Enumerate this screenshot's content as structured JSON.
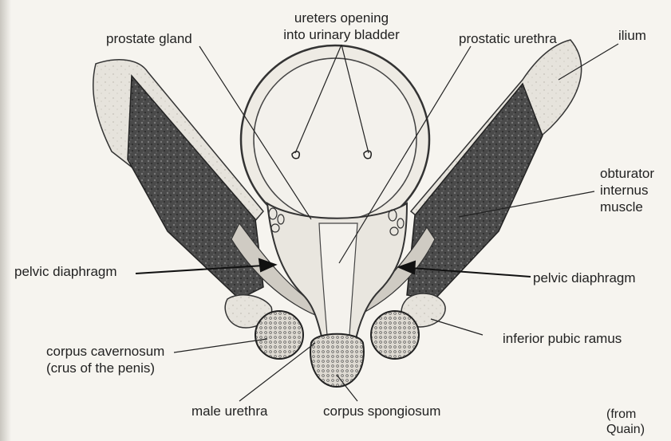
{
  "labels": {
    "ureters": [
      "ureters opening",
      "into urinary bladder"
    ],
    "prostate_gland": "prostate gland",
    "prostatic_urethra": "prostatic urethra",
    "ilium": "ilium",
    "obturator": [
      "obturator",
      "internus",
      "muscle"
    ],
    "pelvic_diaphragm_left": "pelvic diaphragm",
    "pelvic_diaphragm_right": "pelvic diaphragm",
    "inferior_pubic_ramus": "inferior pubic ramus",
    "corpus_cavernosum": [
      "corpus cavernosum",
      "(crus of the penis)"
    ],
    "male_urethra": "male urethra",
    "corpus_spongiosum": "corpus spongiosum",
    "source": [
      "(from",
      "Quain)"
    ]
  },
  "colors": {
    "ink": "#222222",
    "muscle": "#3e3e3e",
    "bone": "#e4e1da",
    "paper": "#f6f4ef"
  }
}
